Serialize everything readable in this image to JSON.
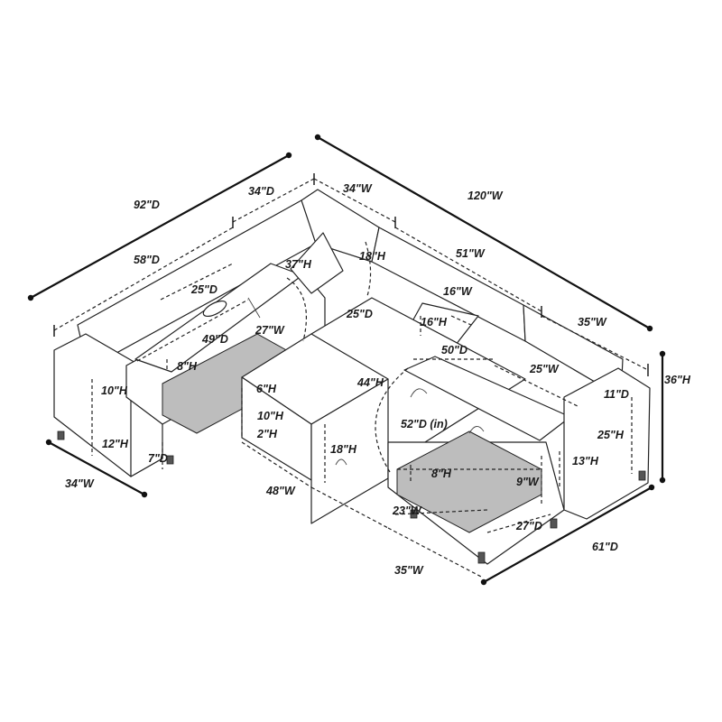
{
  "dimensions": {
    "total_left_depth": "92\"D",
    "back_left_depth": "34\"D",
    "back_corner_width": "34\"W",
    "total_width": "120\"W",
    "left_inner_depth": "58\"D",
    "middle_width": "51\"W",
    "storage_lid_depth": "25\"D",
    "lid_open_height": "37\"H",
    "back_height": "18\"H",
    "pillow_width": "16\"W",
    "pillow_height": "16\"H",
    "seat_depth_center": "25\"D",
    "right_seat_width": "35\"W",
    "storage_depth_left": "49\"D",
    "storage_width_left": "27\"W",
    "chaise_top_depth": "50\"D",
    "chaise_width": "25\"W",
    "storage_height_left": "8\"H",
    "lid_height": "44\"H",
    "arm_height_right": "36\"H",
    "arm_width_right": "11\"D",
    "seat_height_left": "10\"H",
    "arm_seat_height": "6\"H",
    "ottoman_height": "10\"H",
    "ottoman_gap": "2\"H",
    "chaise_storage_depth": "52\"D (in)",
    "side_height": "25\"H",
    "base_height_left": "12\"H",
    "ottoman_side_height": "18\"H",
    "chaise_storage_height": "8\"H",
    "chaise_base_height": "13\"H",
    "leg_depth": "7\"D",
    "storage_inner_width": "9\"W",
    "arm_width_left": "34\"W",
    "ottoman_width": "48\"W",
    "chaise_front_width": "23\"W",
    "chaise_inner_depth": "27\"D",
    "chaise_depth": "61\"D",
    "chaise_bottom_width": "35\"W"
  }
}
